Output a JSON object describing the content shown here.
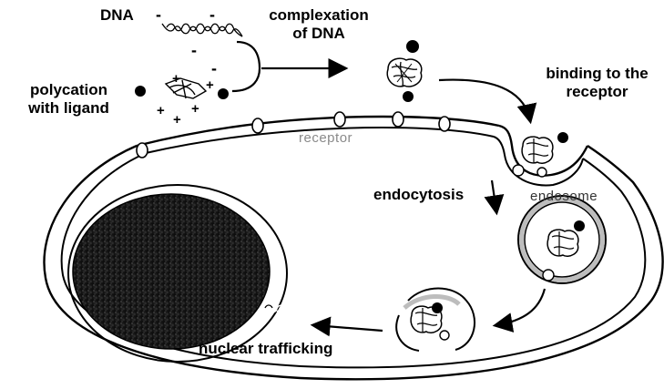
{
  "labels": {
    "dna": "DNA",
    "complexation_line1": "complexation",
    "complexation_line2": "of DNA",
    "polycation_line1": "polycation",
    "polycation_line2": "with ligand",
    "binding_line1": "binding to the",
    "binding_line2": "receptor",
    "receptor": "receptor",
    "endocytosis": "endocytosis",
    "endosome": "endosome",
    "nuclear_trafficking": "nuclear trafficking"
  },
  "charges": {
    "minus": "-",
    "plus": "+"
  }
}
